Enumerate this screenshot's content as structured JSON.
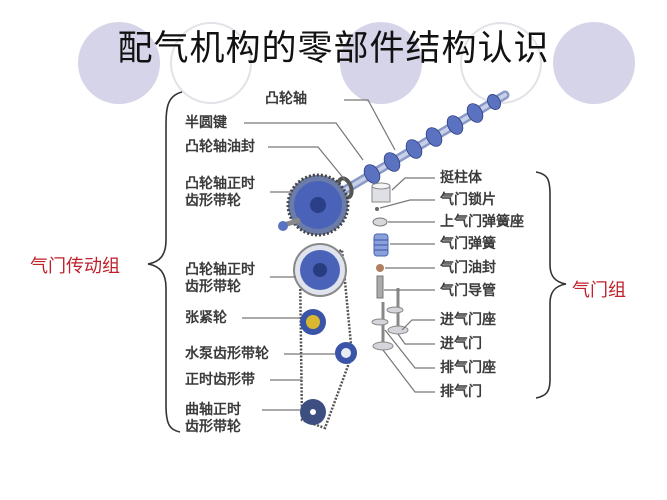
{
  "title": "配气机构的零部件结构认识",
  "groups": {
    "left": "气门传动组",
    "right": "气门组"
  },
  "left_labels": [
    {
      "text": "凸轮轴"
    },
    {
      "text": "半圆键"
    },
    {
      "text": "凸轮轴油封"
    },
    {
      "text": "凸轮轴正时",
      "text2": "齿形带轮"
    },
    {
      "text": "凸轮轴正时",
      "text2": "齿形带轮"
    },
    {
      "text": "张紧轮"
    },
    {
      "text": "水泵齿形带轮"
    },
    {
      "text": "正时齿形带"
    },
    {
      "text": "曲轴正时",
      "text2": "齿形带轮"
    }
  ],
  "right_labels": [
    {
      "text": "挺柱体"
    },
    {
      "text": "气门锁片"
    },
    {
      "text": "上气门弹簧座"
    },
    {
      "text": "气门弹簧"
    },
    {
      "text": "气门油封"
    },
    {
      "text": "气门导管"
    },
    {
      "text": "进气门座"
    },
    {
      "text": "进气门"
    },
    {
      "text": "排气门座"
    },
    {
      "text": "排气门"
    }
  ],
  "colors": {
    "group_label": "#c0202a",
    "deco_circle": "#d6d4e8",
    "part_blue": "#4a63b8"
  }
}
